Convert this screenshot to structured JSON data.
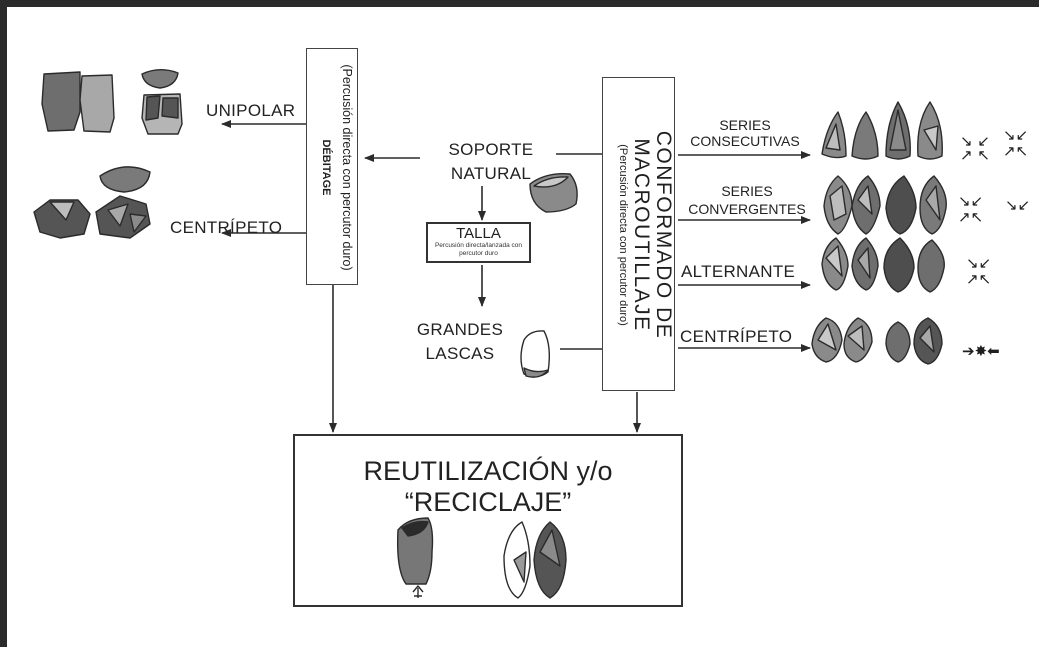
{
  "left_box": {
    "title": "DÉBITAGE",
    "subtitle": "(Percusión directa con percutor duro)"
  },
  "right_box": {
    "title_line1": "CONFORMADO DE",
    "title_line2": "MACROUTILLAJE",
    "subtitle": "(Percusión directa con percutor duro)"
  },
  "left_outputs": [
    "UNIPOLAR",
    "CENTRÍPETO"
  ],
  "center": {
    "soporte_line1": "SOPORTE",
    "soporte_line2": "NATURAL",
    "talla_title": "TALLA",
    "talla_subtitle": "Percusión directa/lanzada con percutor duro",
    "grandes_line1": "GRANDES",
    "grandes_line2": "LASCAS"
  },
  "right_outputs": {
    "series_consecutivas_line1": "SERIES",
    "series_consecutivas_line2": "CONSECUTIVAS",
    "series_convergentes_line1": "SERIES",
    "series_convergentes_line2": "CONVERGENTES",
    "alternante": "ALTERNANTE",
    "centripeto": "CENTRÍPETO"
  },
  "bottom": {
    "title_line1": "REUTILIZACIÓN y/o",
    "title_line2": "“RECICLAJE”"
  },
  "colors": {
    "stroke": "#2b2b2b",
    "tool_dark": "#5a5a5a",
    "tool_mid": "#8a8a8a",
    "tool_light": "#bdbdbd"
  }
}
